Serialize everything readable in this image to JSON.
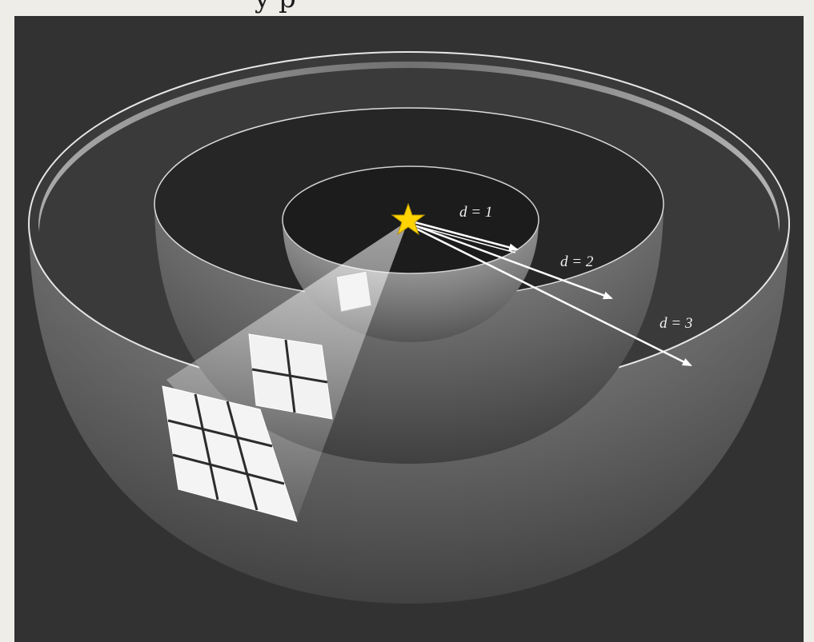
{
  "header": {
    "text": "y      p"
  },
  "diagram": {
    "center_marker": "star-icon",
    "labels": [
      "d = 1",
      "d = 2",
      "d = 3"
    ],
    "colors": {
      "background": "#323232",
      "page": "#efede8",
      "shell": "#ffffff",
      "star": "#ffd400"
    }
  }
}
